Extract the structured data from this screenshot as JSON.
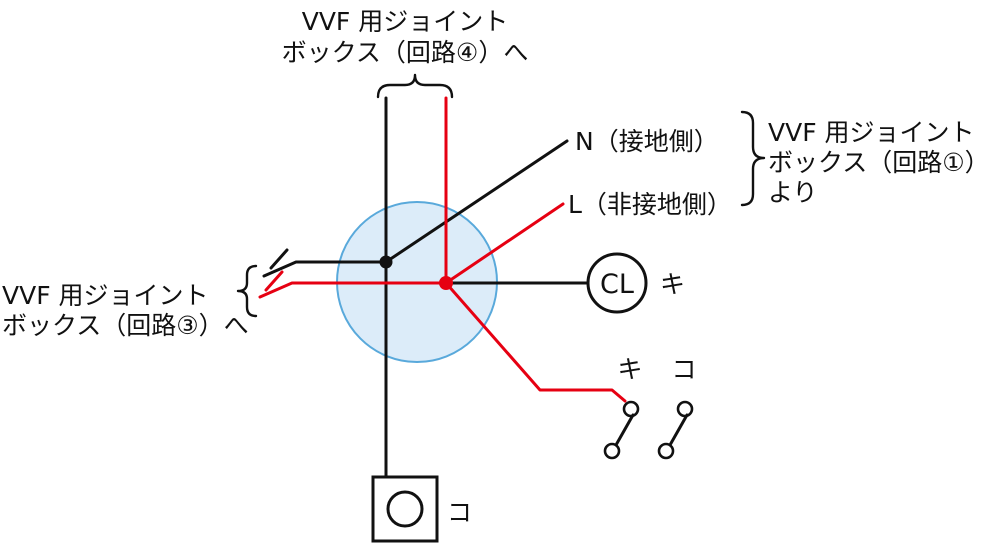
{
  "diagram": {
    "labels": {
      "top_destination": {
        "line1": "VVF 用ジョイント",
        "line2": "ボックス（回路④）へ"
      },
      "source_neutral": "N（接地側）",
      "source_live": "L（非接地側）",
      "right_source": {
        "line1": "VVF 用ジョイント",
        "line2": "ボックス（回路①）",
        "line3": "より"
      },
      "left_destination": {
        "line1": "VVF 用ジョイント",
        "line2": "ボックス（回路③）へ"
      },
      "ceiling_light_symbol": "CL",
      "ceiling_light_tag": "キ",
      "switch_ki_tag": "キ",
      "switch_ko_tag": "コ",
      "outlet_tag": "コ"
    },
    "colors": {
      "wire_neutral": "#111111",
      "wire_live": "#e60012",
      "joint_area_fill": "#d3e7f7",
      "joint_area_stroke": "#59a9db",
      "text": "#111111"
    }
  }
}
